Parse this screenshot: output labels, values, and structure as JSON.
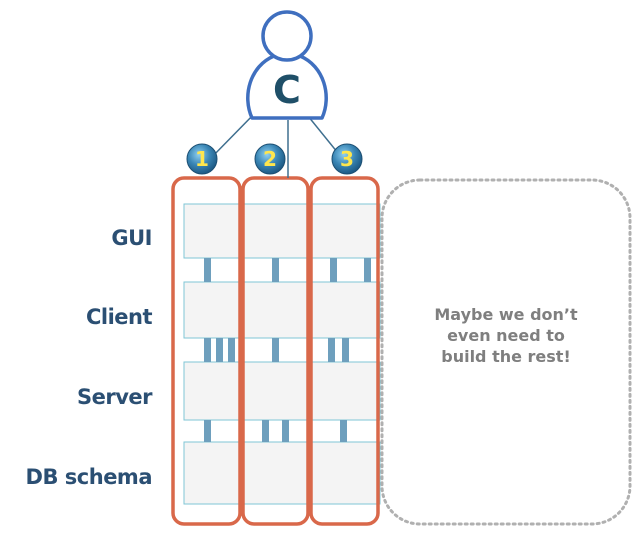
{
  "diagram": {
    "customer_avatar_letter": "C",
    "slices": [
      {
        "number": "1"
      },
      {
        "number": "2"
      },
      {
        "number": "3"
      }
    ],
    "layers": [
      {
        "label": "GUI"
      },
      {
        "label": "Client"
      },
      {
        "label": "Server"
      },
      {
        "label": "DB schema"
      }
    ],
    "note_lines": [
      "Maybe we don’t",
      "even need to",
      "build the rest!"
    ],
    "colors": {
      "slice_border": "#d9684a",
      "layer_box_fill": "#f4f4f4",
      "layer_box_stroke": "#7fc6d6",
      "connector": "#6e9fbd",
      "avatar_outline": "#3f6fbf",
      "avatar_letter": "#1f4f68",
      "badge_fill": "#3a86b5",
      "badge_text": "#ffe64d",
      "label_text": "#2b4f73",
      "note_text": "#7f7f7f",
      "dotted_region": "#b0b0b0"
    }
  }
}
